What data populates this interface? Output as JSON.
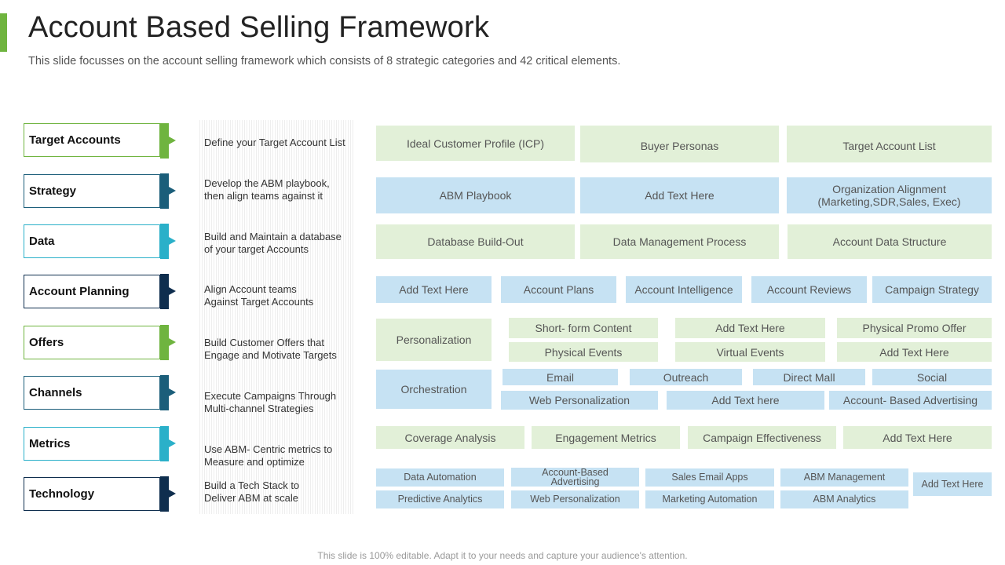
{
  "header": {
    "title": "Account Based Selling Framework",
    "subtitle": "This slide focusses on the account selling framework which consists  of 8 strategic categories and 42 critical elements."
  },
  "footer": "This slide is 100% editable. Adapt it to your needs and capture your audience's attention.",
  "colors": {
    "green": "#6fb43f",
    "teal": "#1b5e7a",
    "cyan": "#2ab0c9",
    "navy": "#0f2e4e",
    "cell_green": "#e2f0d8",
    "cell_blue": "#c6e2f3"
  },
  "categories": [
    {
      "label": "Target Accounts",
      "desc": [
        "Define  your Target  Account List"
      ]
    },
    {
      "label": "Strategy",
      "desc": [
        "Develop  the ABM playbook,",
        "then align teams against it"
      ]
    },
    {
      "label": "Data",
      "desc": [
        "Build and Maintain  a database",
        "of your target Accounts"
      ]
    },
    {
      "label": "Account Planning",
      "desc": [
        "Align Account teams",
        "Against Target  Accounts"
      ]
    },
    {
      "label": "Offers",
      "desc": [
        "Build Customer Offers  that",
        "Engage and Motivate Targets"
      ]
    },
    {
      "label": "Channels",
      "desc": [
        "Execute Campaigns Through",
        "Multi-channel  Strategies"
      ]
    },
    {
      "label": "Metrics",
      "desc": [
        "Use ABM- Centric metrics to",
        "Measure and optimize"
      ]
    },
    {
      "label": "Technology",
      "desc": [
        "Build a Tech Stack to",
        "Deliver  ABM at scale"
      ]
    }
  ],
  "elements": {
    "target_accounts": [
      "Ideal Customer Profile (ICP)",
      "Buyer Personas",
      "Target  Account List"
    ],
    "strategy": [
      "ABM Playbook",
      "Add Text Here",
      "Organization  Alignment",
      "(Marketing,SDR,Sales,  Exec)"
    ],
    "data": [
      "Database Build-Out",
      "Data Management Process",
      "Account Data Structure"
    ],
    "account_planning": [
      "Add Text Here",
      "Account Plans",
      "Account Intelligence",
      "Account Reviews",
      "Campaign Strategy"
    ],
    "offers": [
      "Personalization",
      "Short- form Content",
      "Add Text Here",
      "Physical Promo Offer",
      "Physical Events",
      "Virtual Events",
      "Add Text Here"
    ],
    "channels": [
      "Orchestration",
      "Email",
      "Outreach",
      "Direct Mall",
      "Social",
      "Web Personalization",
      "Add Text here",
      "Account- Based Advertising"
    ],
    "metrics": [
      "Coverage  Analysis",
      "Engagement  Metrics",
      "Campaign  Effectiveness",
      "Add Text Here"
    ],
    "technology": [
      "Data Automation",
      "Account-Based",
      "Advertising",
      "Sales Email Apps",
      "ABM Management",
      "Add Text Here",
      "Predictive Analytics",
      "Web Personalization",
      "Marketing Automation",
      "ABM Analytics"
    ]
  }
}
